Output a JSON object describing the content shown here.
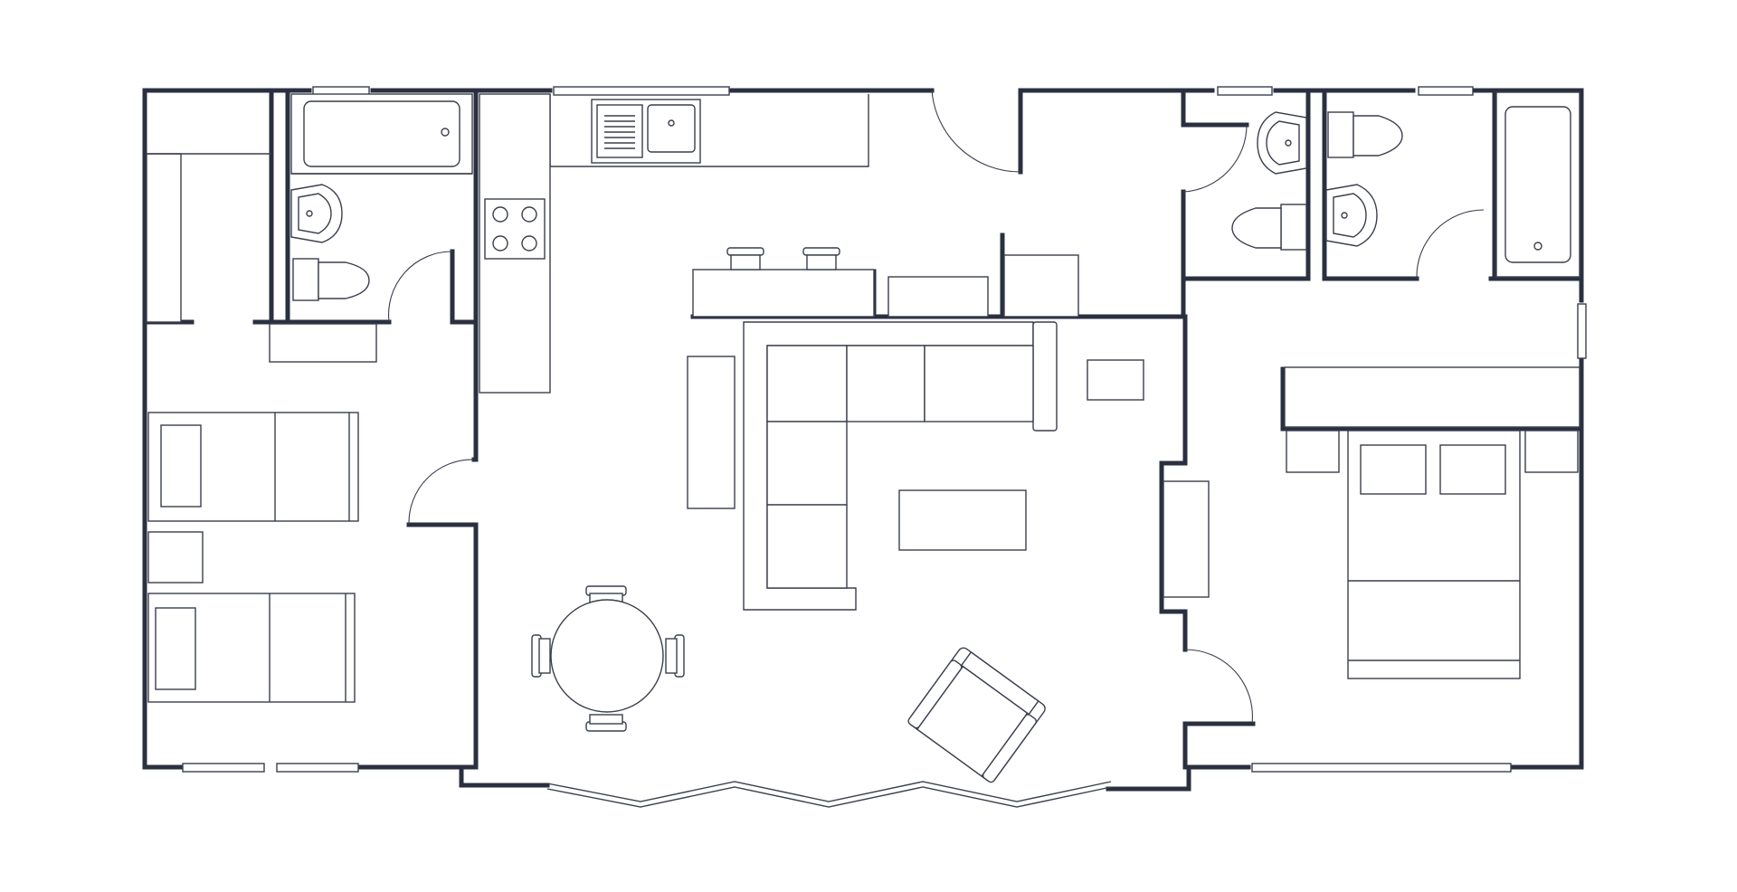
{
  "colors": {
    "background": "#ffffff",
    "wall": "#2b3040",
    "fixture": "#3a3f4d"
  },
  "plan": {
    "rooms": [
      {
        "kind": "bedroom",
        "icon": "twin-beds-icon"
      },
      {
        "kind": "bathroom",
        "icon": "bathtub-icon"
      },
      {
        "kind": "kitchen",
        "icon": "sink-icon"
      },
      {
        "kind": "living-dining",
        "icon": "sofa-icon"
      },
      {
        "kind": "shower-room",
        "icon": "toilet-icon"
      },
      {
        "kind": "ensuite",
        "icon": "bathtub-icon"
      },
      {
        "kind": "master-bedroom",
        "icon": "double-bed-icon"
      }
    ]
  }
}
